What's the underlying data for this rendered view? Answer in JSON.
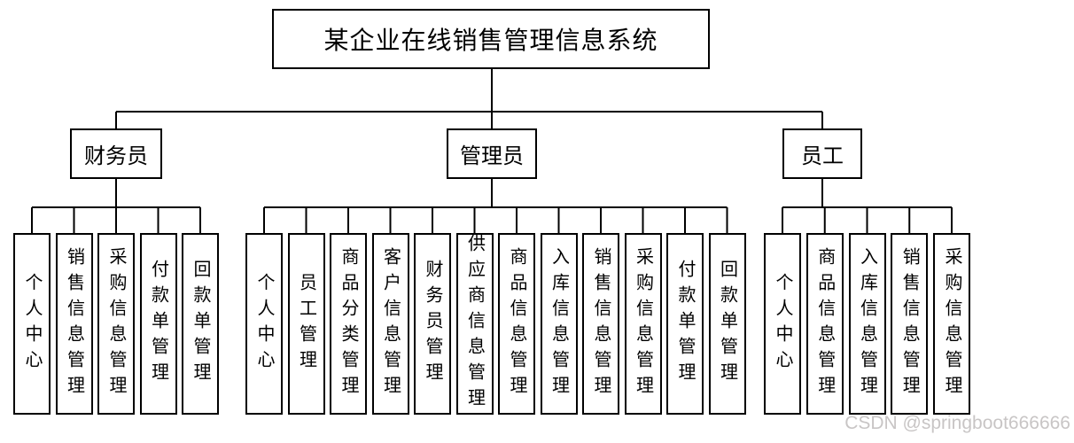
{
  "title": "某企业在线销售管理信息系统",
  "watermark": "CSDN @springboot666666",
  "colors": {
    "line": "#000000",
    "background": "#ffffff",
    "box_border": "#000000",
    "watermark": "#c5c2c2"
  },
  "tree": {
    "root": "某企业在线销售管理信息系统",
    "groups": [
      {
        "label": "财务员",
        "children": [
          "个人中心",
          "销售信息管理",
          "采购信息管理",
          "付款单管理",
          "回款单管理"
        ]
      },
      {
        "label": "管理员",
        "children": [
          "个人中心",
          "员工管理",
          "商品分类管理",
          "客户信息管理",
          "财务员管理",
          "供应商信息管理",
          "商品信息管理",
          "入库信息管理",
          "销售信息管理",
          "采购信息管理",
          "付款单管理",
          "回款单管理"
        ]
      },
      {
        "label": "员工",
        "children": [
          "个人中心",
          "商品信息管理",
          "入库信息管理",
          "销售信息管理",
          "采购信息管理"
        ]
      }
    ]
  }
}
